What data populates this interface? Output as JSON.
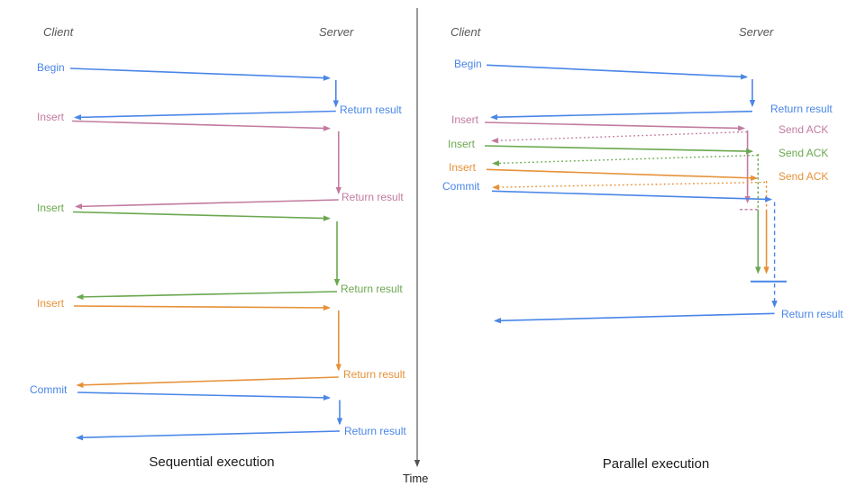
{
  "left_panel": {
    "title": "Sequential execution",
    "client_header": "Client",
    "server_header": "Server",
    "messages": [
      {
        "request": "Begin",
        "response": "Return result"
      },
      {
        "request": "Insert",
        "response": "Return result"
      },
      {
        "request": "Insert",
        "response": "Return result"
      },
      {
        "request": "Insert",
        "response": "Return result"
      },
      {
        "request": "Commit",
        "response": "Return result"
      }
    ]
  },
  "right_panel": {
    "title": "Parallel execution",
    "client_header": "Client",
    "server_header": "Server",
    "messages": [
      {
        "request": "Begin",
        "response": "Return result"
      },
      {
        "request": "Insert",
        "response": "Send ACK"
      },
      {
        "request": "Insert",
        "response": "Send ACK"
      },
      {
        "request": "Insert",
        "response": "Send ACK"
      },
      {
        "request": "Commit",
        "response": "Return result"
      }
    ]
  },
  "time_axis": {
    "label": "Time"
  },
  "colors": {
    "begin_commit_blue": "#4A86E8",
    "insert_pink": "#C27BA0",
    "insert_green": "#6AA84F",
    "insert_orange": "#E69138",
    "axis_gray": "#555555",
    "header_gray": "#575757",
    "title_dark": "#1A1A1A"
  }
}
